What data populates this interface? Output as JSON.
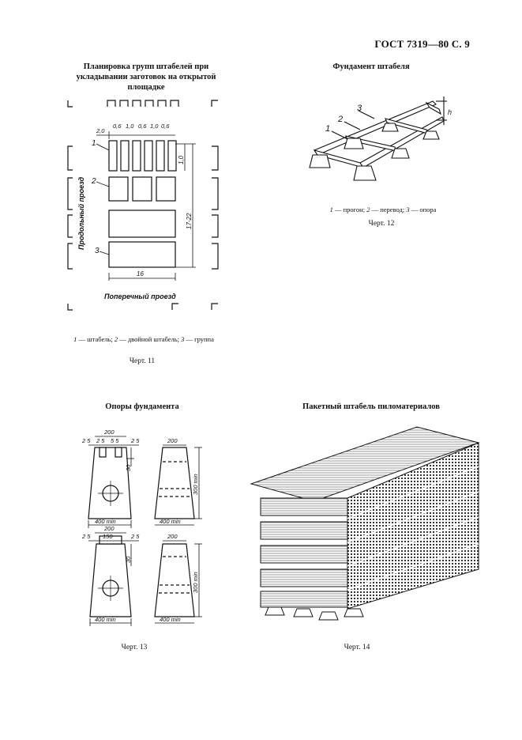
{
  "header": "ГОСТ 7319—80 С. 9",
  "fig11": {
    "title_lines": [
      "Планировка групп штабелей при",
      "укладывании заготовок на открытой",
      "площадке"
    ],
    "dims": [
      "2,0",
      "0,6",
      "1,0",
      "0,6",
      "1,0",
      "0,6",
      "1,0",
      "17-22",
      "16"
    ],
    "callouts": [
      "1",
      "2",
      "3"
    ],
    "label_longitudinal": "Продольный проезд",
    "label_transverse": "Поперечный проезд",
    "legend": [
      {
        "num": "1",
        "text": " — штабель; "
      },
      {
        "num": "2",
        "text": " — двойной штабель; "
      },
      {
        "num": "3",
        "text": " — группа"
      }
    ],
    "caption": "Черт. 11"
  },
  "fig12": {
    "title": "Фундамент штабеля",
    "callouts": [
      "1",
      "2",
      "3"
    ],
    "dim_h": "h",
    "legend": [
      {
        "num": "1",
        "text": " — прогон; "
      },
      {
        "num": "2",
        "text": " — перевод; "
      },
      {
        "num": "3",
        "text": " — опора"
      }
    ],
    "caption": "Черт. 12"
  },
  "fig13": {
    "title": "Опоры фундамента",
    "dims_top": [
      "200",
      "2 5",
      "2 5",
      "5 5",
      "2 5",
      "30",
      "200",
      "300 min",
      "400 min",
      "400 min"
    ],
    "dims_bottom": [
      "200",
      "2 5",
      "150",
      "2 5",
      "30",
      "200",
      "300 min",
      "400 min",
      "400 min"
    ],
    "caption": "Черт. 13"
  },
  "fig14": {
    "title": "Пакетный штабель пиломатериалов",
    "caption": "Черт. 14"
  }
}
